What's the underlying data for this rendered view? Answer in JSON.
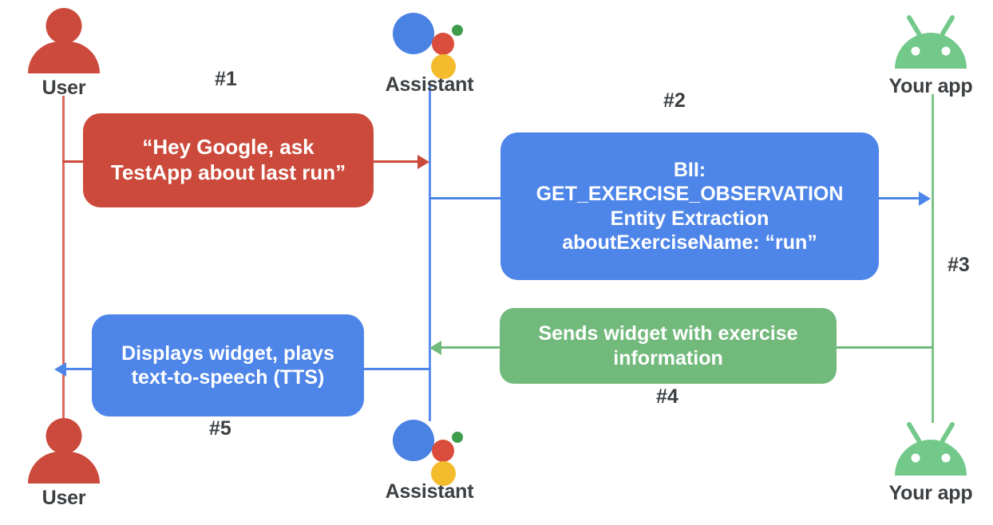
{
  "diagram": {
    "title": "Assistant App Actions sequence diagram",
    "background": "#ffffff",
    "colors": {
      "red": "#cb4a3b",
      "blue": "#4e85e8",
      "green": "#72b97c",
      "assistant_blue": "#4a82e4",
      "assistant_red": "#da4c3b",
      "assistant_green": "#3f9c4b",
      "assistant_yellow": "#f4bb2d",
      "label_text": "#3c4043",
      "box_text": "#ffffff"
    }
  },
  "actors": {
    "top": [
      {
        "id": "user",
        "label": "User",
        "icon": "user-icon"
      },
      {
        "id": "assistant",
        "label": "Assistant",
        "icon": "google-assistant-icon"
      },
      {
        "id": "app",
        "label": "Your app",
        "icon": "android-robot-icon"
      }
    ],
    "bottom": [
      {
        "id": "user",
        "label": "User",
        "icon": "user-icon"
      },
      {
        "id": "assistant",
        "label": "Assistant",
        "icon": "google-assistant-icon"
      },
      {
        "id": "app",
        "label": "Your app",
        "icon": "android-robot-icon"
      }
    ]
  },
  "steps": {
    "one": "#1",
    "two": "#2",
    "three": "#3",
    "four": "#4",
    "five": "#5"
  },
  "messages": {
    "user_request": {
      "step": "#1",
      "color": "red",
      "from": "User",
      "to": "Assistant",
      "lines": [
        "“Hey Google, ask",
        "TestApp about last run”"
      ]
    },
    "bii_dispatch": {
      "step": "#2",
      "color": "blue",
      "from": "Assistant",
      "to": "Your app",
      "lines": [
        "BII:",
        "GET_EXERCISE_OBSERVATION",
        "Entity Extraction",
        "aboutExerciseName: “run”"
      ]
    },
    "app_handoff": {
      "step": "#3",
      "color": "green",
      "from": "Your app",
      "to": "Your app",
      "lines": []
    },
    "app_response": {
      "step": "#4",
      "color": "green",
      "from": "Your app",
      "to": "Assistant",
      "lines": [
        "Sends widget with exercise",
        "information"
      ]
    },
    "assistant_output": {
      "step": "#5",
      "color": "blue",
      "from": "Assistant",
      "to": "User",
      "lines": [
        "Displays widget, plays",
        "text-to-speech (TTS)"
      ]
    }
  }
}
